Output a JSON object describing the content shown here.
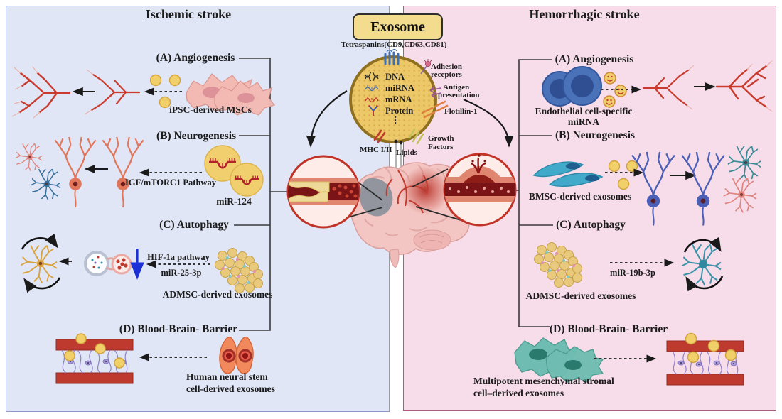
{
  "title_box": {
    "label": "Exosome"
  },
  "panels": {
    "left": {
      "title": "Ischemic stroke",
      "sections": {
        "a": {
          "label": "(A) Angiogenesis",
          "caption": "iPSC-derived MSCs"
        },
        "b": {
          "label": "(B) Neurogenesis",
          "pathway": "IGF/mTORC1 Pathway",
          "caption": "miR-124"
        },
        "c": {
          "label": "(C) Autophagy",
          "pathway_line1": "HIF-1a pathway",
          "pathway_line2": "miR-25-3p",
          "caption": "ADMSC-derived exosomes"
        },
        "d": {
          "label": "(D) Blood-Brain- Barrier",
          "caption_line1": "Human neural stem",
          "caption_line2": "cell-derived exosomes"
        }
      }
    },
    "right": {
      "title": "Hemorrhagic stroke",
      "sections": {
        "a": {
          "label": "(A) Angiogenesis",
          "caption_line1": "Endothelial cell-specific",
          "caption_line2": "miRNA"
        },
        "b": {
          "label": "(B) Neurogenesis",
          "caption": "BMSC-derived exosomes"
        },
        "c": {
          "label": "(C) Autophagy",
          "pathway": "miR-19b-3p",
          "caption": "ADMSC-derived exosomes"
        },
        "d": {
          "label": "(D) Blood-Brain- Barrier",
          "caption_line1": "Multipotent mesenchymal stromal",
          "caption_line2": "cell–derived exosomes"
        }
      }
    }
  },
  "exosome": {
    "membrane_label": "Tetraspanins(CD9,CD63,CD81)",
    "contents": {
      "dna": "DNA",
      "mirna": "miRNA",
      "mrna": "mRNA",
      "protein": "Protein",
      "more": "⋮"
    },
    "surface": {
      "adhesion_line1": "Adhesion",
      "adhesion_line2": "receptors",
      "antigen_line1": "Antigen",
      "antigen_line2": "presentation",
      "flotillin": "Flotillin-1",
      "growth_line1": "Growth",
      "growth_line2": "Factors",
      "lipids": "Lipids",
      "mhc": "MHC I/II"
    }
  },
  "colors": {
    "left_panel_bg": "#e0e6f6",
    "left_panel_border": "#8d99c9",
    "right_panel_bg": "#f7dcea",
    "right_panel_border": "#b05a7d",
    "exosome_box_fill": "#f3dc8e",
    "exosome_fill": "#ecc869",
    "exosome_border": "#8f7020",
    "callout_border": "#c13327",
    "vessel_dark": "#7a1416",
    "vessel_wall": "#df8570",
    "exosome_dot": "#f0ce6a",
    "arrow": "#1a1a1a",
    "autophagy_arrow_blue": "#1d2fd6"
  }
}
